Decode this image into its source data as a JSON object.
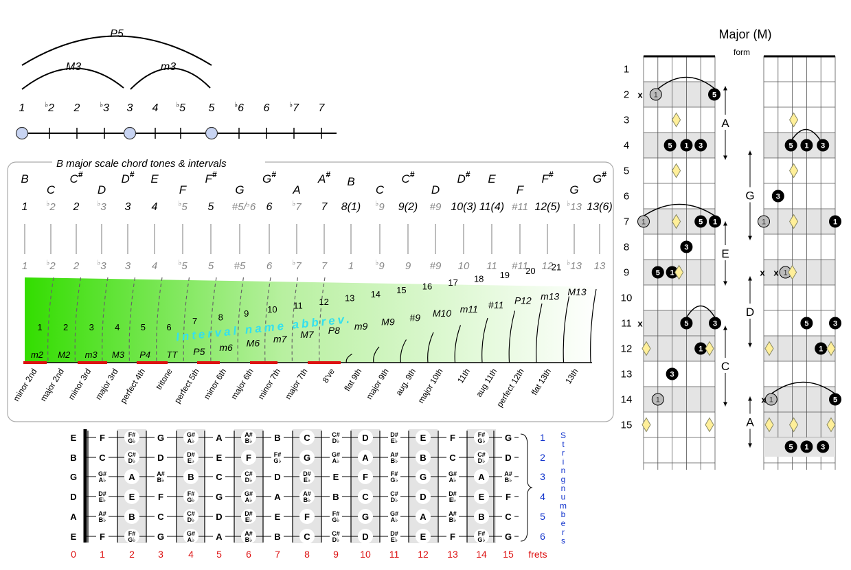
{
  "colors": {
    "green": "#33dd00",
    "red": "#dd1111",
    "blue": "#1133cc",
    "cyan": "#33e0ee",
    "gray_text": "#888888",
    "shade": "#e4e4e4",
    "diamond": "#ffef99"
  },
  "header": {
    "formula": [
      "1",
      "♭2",
      "2",
      "♭3",
      "3",
      "4",
      "♭5",
      "5",
      "♭6",
      "6",
      "♭7",
      "7"
    ],
    "arcs": [
      "P5",
      "M3",
      "m3"
    ]
  },
  "panel": {
    "title": "B major scale chord tones & intervals",
    "notes": [
      "B",
      "C",
      "C#",
      "D",
      "D#",
      "E",
      "F",
      "F#",
      "G",
      "G#",
      "A",
      "A#",
      "B",
      "C",
      "C#",
      "D",
      "D#",
      "E",
      "F",
      "F#",
      "G",
      "G#"
    ],
    "degrees": [
      {
        "t": "1",
        "g": false
      },
      {
        "t": "♭2",
        "g": true
      },
      {
        "t": "2",
        "g": false
      },
      {
        "t": "♭3",
        "g": true
      },
      {
        "t": "3",
        "g": false
      },
      {
        "t": "4",
        "g": false
      },
      {
        "t": "♭5",
        "g": true
      },
      {
        "t": "5",
        "g": false
      },
      {
        "t": "#5/♭6",
        "g": true
      },
      {
        "t": "6",
        "g": false
      },
      {
        "t": "♭7",
        "g": true
      },
      {
        "t": "7",
        "g": false
      },
      {
        "t": "8(1)",
        "g": false
      },
      {
        "t": "♭9",
        "g": true
      },
      {
        "t": "9(2)",
        "g": false
      },
      {
        "t": "#9",
        "g": true
      },
      {
        "t": "10(3)",
        "g": false
      },
      {
        "t": "11(4)",
        "g": false
      },
      {
        "t": "#11",
        "g": true
      },
      {
        "t": "12(5)",
        "g": false
      },
      {
        "t": "♭13",
        "g": true
      },
      {
        "t": "13(6)",
        "g": false
      }
    ],
    "lower_degrees": [
      "1",
      "♭2",
      "2",
      "♭3",
      "3",
      "4",
      "♭5",
      "5",
      "#5",
      "6",
      "♭7",
      "7",
      "1",
      "♭9",
      "9",
      "#9",
      "10",
      "11",
      "#11",
      "12",
      "♭13",
      "13"
    ],
    "semitones": [
      "1",
      "2",
      "3",
      "4",
      "5",
      "6",
      "7",
      "8",
      "9",
      "10",
      "11",
      "12",
      "13",
      "14",
      "15",
      "16",
      "17",
      "18",
      "19",
      "20",
      "21"
    ],
    "abbrevs": [
      "m2",
      "M2",
      "m3",
      "M3",
      "P4",
      "TT",
      "P5",
      "m6",
      "M6",
      "m7",
      "M7",
      "P8",
      "m9",
      "M9",
      "#9",
      "M10",
      "m11",
      "#11",
      "P12",
      "m13",
      "M13"
    ],
    "names": [
      "minor 2nd",
      "major 2nd",
      "minor 3rd",
      "major 3rd",
      "perfect 4th",
      "tritone",
      "perfect 5th",
      "minor 6th",
      "major 6th",
      "minor 7th",
      "major 7th",
      "8've",
      "flat 9th",
      "major 9th",
      "aug. 9th",
      "major 10th",
      "11th",
      "aug 11th",
      "perfect 12th",
      "flat 13th",
      "13th"
    ],
    "overlay": "Interval name abbrev."
  },
  "fretboard": {
    "open": [
      "E",
      "B",
      "G",
      "D",
      "A",
      "E"
    ],
    "rows": [
      [
        "F",
        "F#/G♭",
        "G",
        "G#/A♭",
        "A",
        "A#/B♭",
        "B",
        "C",
        "C#/D♭",
        "D",
        "D#/E♭",
        "E",
        "F",
        "F#/G♭",
        "G"
      ],
      [
        "C",
        "C#/D♭",
        "D",
        "D#/E♭",
        "E",
        "F",
        "F#/G♭",
        "G",
        "G#/A♭",
        "A",
        "A#/B♭",
        "B",
        "C",
        "C#/D♭",
        "D"
      ],
      [
        "G#/A♭",
        "A",
        "A#/B♭",
        "B",
        "C",
        "C#/D♭",
        "D",
        "D#/E♭",
        "E",
        "F",
        "F#/G♭",
        "G",
        "G#/A♭",
        "A",
        "A#/B♭"
      ],
      [
        "D#/E♭",
        "E",
        "F",
        "F#/G♭",
        "G",
        "G#/A♭",
        "A",
        "A#/B♭",
        "B",
        "C",
        "C#/D♭",
        "D",
        "D#/E♭",
        "E",
        "F"
      ],
      [
        "A#/B♭",
        "B",
        "C",
        "C#/D♭",
        "D",
        "D#/E♭",
        "E",
        "F",
        "F#/G♭",
        "G",
        "G#/A♭",
        "A",
        "A#/B♭",
        "B",
        "C"
      ],
      [
        "F",
        "F#/G♭",
        "G",
        "G#/A♭",
        "A",
        "A#/B♭",
        "B",
        "C",
        "C#/D♭",
        "D",
        "D#/E♭",
        "E",
        "F",
        "F#/G♭",
        "G"
      ]
    ],
    "string_numbers": [
      "1",
      "2",
      "3",
      "4",
      "5",
      "6"
    ],
    "fret_numbers": [
      "0",
      "1",
      "2",
      "3",
      "4",
      "5",
      "6",
      "7",
      "8",
      "9",
      "10",
      "11",
      "12",
      "13",
      "14",
      "15"
    ],
    "frets_label": "frets",
    "vertical_label": "String numbers"
  },
  "chord_forms": {
    "title": "Major (M)",
    "subtitle": "form",
    "fret_numbers": [
      "1",
      "2",
      "3",
      "4",
      "5",
      "6",
      "7",
      "8",
      "9",
      "10",
      "11",
      "12",
      "13",
      "14",
      "15"
    ],
    "left_letters": [
      "A",
      "E",
      "C"
    ],
    "right_letters": [
      "G",
      "D",
      "A"
    ],
    "mute": "x",
    "dot_labels": [
      "1",
      "3",
      "5"
    ]
  }
}
